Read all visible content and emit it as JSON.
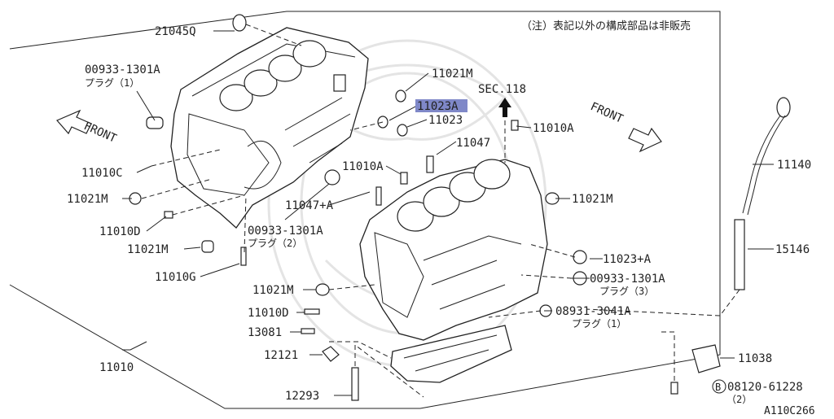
{
  "note": "（注）表記以外の構成部品は非販売",
  "diagram_code": "A110C266",
  "sec_ref": "SEC.118",
  "front_label_left": "FRONT",
  "front_label_right": "FRONT",
  "main_assembly": "11010",
  "parts": {
    "p21045Q": "21045Q",
    "p00933_1": "00933-1301A",
    "p00933_1_sub": "プラグ（1）",
    "p11021M_a": "11021M",
    "p11023A": "11023A",
    "p11023": "11023",
    "p11010A_r": "11010A",
    "p11047": "11047",
    "p11010A_m": "11010A",
    "p11010C": "11010C",
    "p11021M_b": "11021M",
    "p11047A": "11047+A",
    "p11021M_c": "11021M",
    "p11010D_a": "11010D",
    "p00933_2": "00933-1301A",
    "p00933_2_sub": "プラグ（2）",
    "p11021M_d": "11021M",
    "p11010G": "11010G",
    "p11140": "11140",
    "p15146": "15146",
    "p11023A_r": "11023+A",
    "p00933_3": "00933-1301A",
    "p00933_3_sub": "プラグ（3）",
    "p11021M_e": "11021M",
    "p11010D_b": "11010D",
    "p13081": "13081",
    "p08931": "08931-3041A",
    "p08931_sub": "プラグ（1）",
    "p12121": "12121",
    "p11038": "11038",
    "p12293": "12293",
    "p08120": "08120-61228",
    "p08120_qty": "（2）",
    "p08120_mark": "B"
  },
  "colors": {
    "line": "#222222",
    "highlight": "#7f88c8",
    "watermark": "#e4e4e4"
  }
}
